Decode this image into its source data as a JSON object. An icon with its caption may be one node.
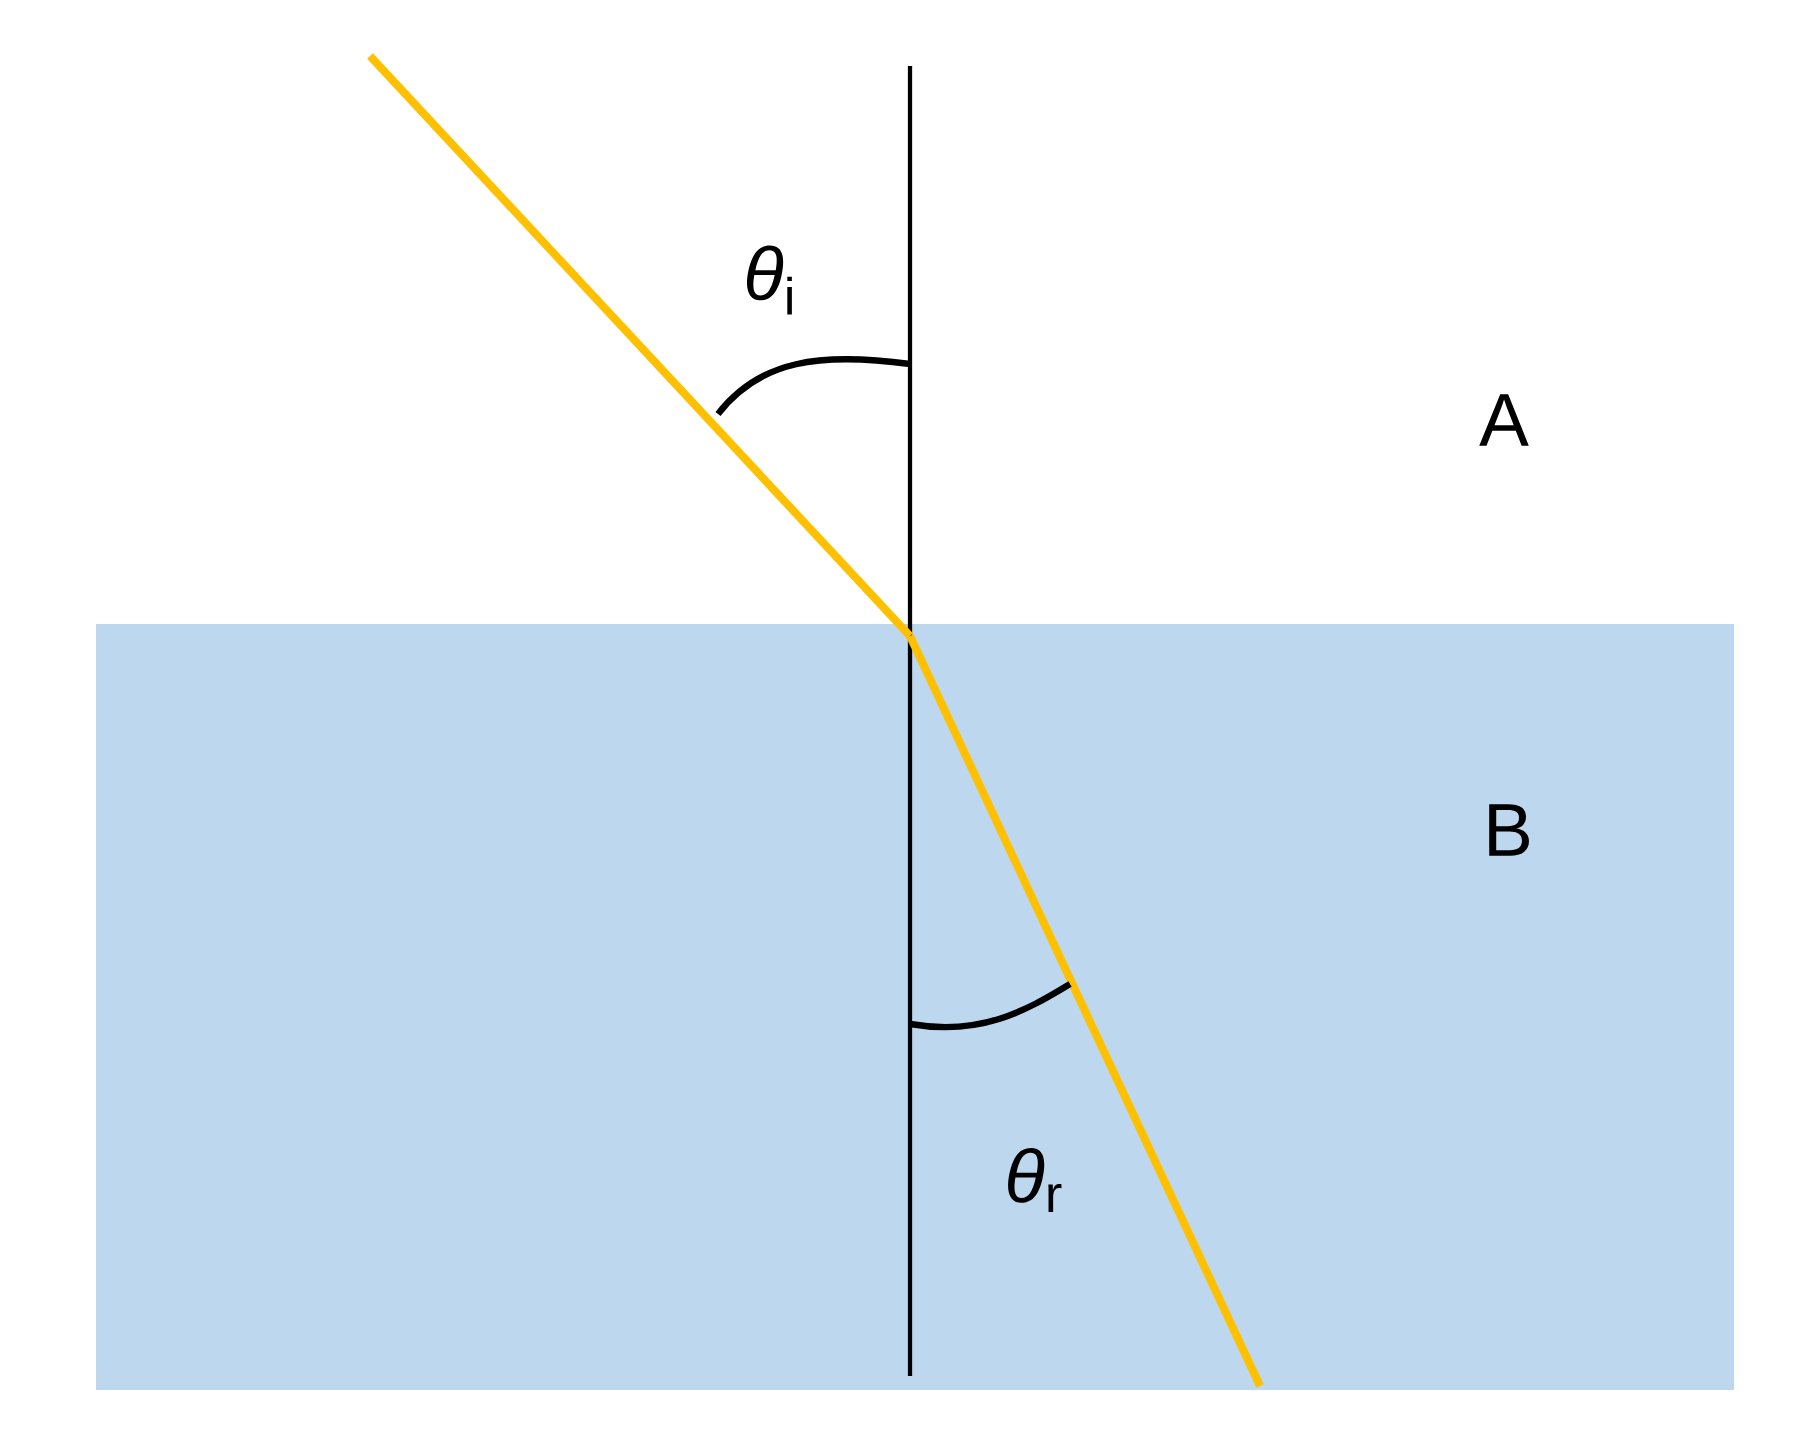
{
  "diagram": {
    "nodes": [
      {
        "text": [
          "B"
        ]
      }
    ],
    "labels": [
      "*θ*$_{i}$",
      "A",
      "*θ*$_{r}$"
    ]
  }
}
